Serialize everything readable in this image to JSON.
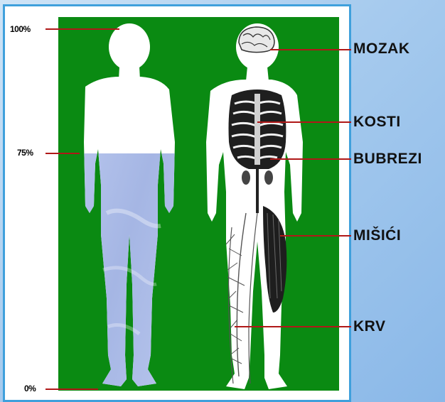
{
  "scale_labels": {
    "p100": "100%",
    "p75": "75%",
    "p0": "0%"
  },
  "organs": {
    "mozak": "MOZAK",
    "kosti": "KOSTI",
    "bubrezi": "BUBREZI",
    "misici": "MIŠIĆI",
    "krv": "KRV"
  },
  "water_fraction_shown": 0.75,
  "colors": {
    "background_green": "#0a8a12",
    "water_fill": "#a9b9e6",
    "leader_line": "#b01818",
    "frame_border": "#3fa0dc"
  }
}
